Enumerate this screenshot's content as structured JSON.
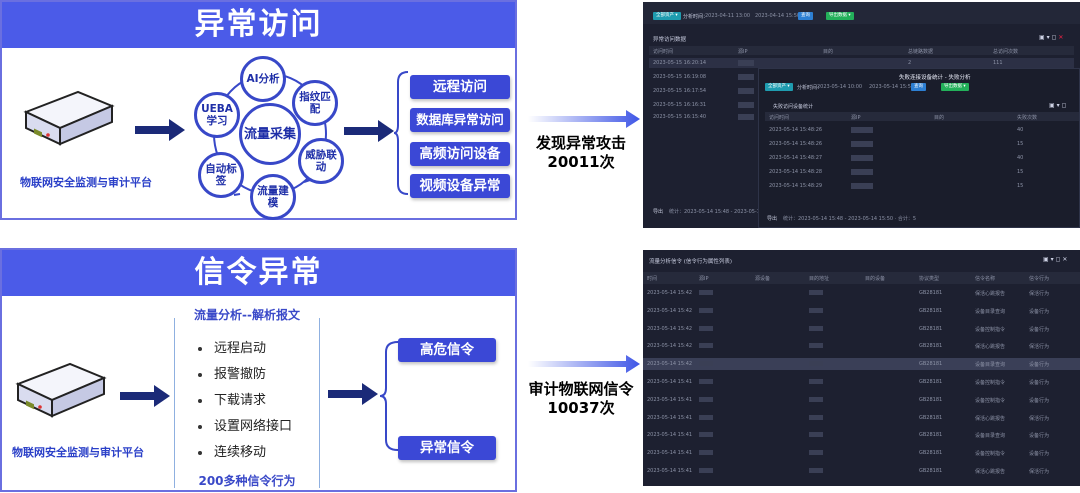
{
  "panel1": {
    "title": "异常访问",
    "platform": "物联网安全监测与审计平台",
    "cycle": {
      "center": "流量采集",
      "nodes": [
        "AI分析",
        "指纹匹配",
        "威胁联动",
        "流量建模",
        "自动标签",
        "UEBA学习"
      ]
    },
    "outputs": [
      "远程访问",
      "数据库异常访问",
      "高频访问设备",
      "视频设备异常"
    ],
    "result_line1": "发现异常攻击",
    "result_line2": "20011次"
  },
  "panel2": {
    "title": "信令异常",
    "platform": "物联网安全监测与审计平台",
    "analysis_title": "流量分析--解析报文",
    "items": [
      "远程启动",
      "报警撤防",
      "下载请求",
      "设置网络接口",
      "连续移动"
    ],
    "footer": "200多种信令行为",
    "outputs": [
      "高危信令",
      "异常信令"
    ],
    "result_line1": "审计物联网信令",
    "result_line2": "10037次"
  },
  "screen1": {
    "toolbar_select": "全部资产 ▾",
    "toolbar_label": "分析时间：",
    "date_from": "2023-04-11 13:00",
    "date_to": "2023-04-14 15:50",
    "search": "查询",
    "export": "导出数据 ▾",
    "section": "异常访问数据",
    "headers": [
      "访问时间",
      "源IP",
      "目的",
      "总链路数据",
      "总访问次数"
    ],
    "rows": [
      [
        "2023-05-15 16:20:14",
        "",
        "",
        "2",
        "111"
      ],
      [
        "2023-05-15 16:19:08",
        "",
        "",
        "",
        ""
      ],
      [
        "2023-05-15 16:17:54",
        "",
        "",
        "",
        ""
      ],
      [
        "2023-05-15 16:16:31",
        "",
        "",
        "",
        ""
      ],
      [
        "2023-05-15 16:15:40",
        "",
        "",
        "",
        ""
      ]
    ],
    "popup": {
      "title": "失败连接设备统计 - 失败分析",
      "select": "全部资产 ▾",
      "label": "分析时间：",
      "date_from": "2023-05-14 10:00",
      "date_to": "2023-05-14 15:50",
      "search": "查询",
      "export": "导出数据 ▾",
      "section": "失败访问设备统计",
      "headers": [
        "访问时间",
        "源IP",
        "目的",
        "失败次数"
      ],
      "rows": [
        [
          "2023-05-14 15:48:26",
          "",
          "",
          "40"
        ],
        [
          "2023-05-14 15:48:26",
          "",
          "",
          "15"
        ],
        [
          "2023-05-14 15:48:27",
          "",
          "",
          "40"
        ],
        [
          "2023-05-14 15:48:28",
          "",
          "",
          "15"
        ],
        [
          "2023-05-14 15:48:29",
          "",
          "",
          "15"
        ]
      ],
      "footer_left": "导出",
      "footer_text": "统计：2023-05-14 15:48 - 2023-05-14 15:50 · 合计：5"
    },
    "footer_left": "导出",
    "footer_text": "统计：2023-05-14 15:48 - 2023-05-14 15:50 · 合计：5"
  },
  "screen2": {
    "title": "流量分析信令 (信令行为属性列表)",
    "headers": [
      "时间",
      "源IP",
      "源设备",
      "目的地址",
      "目的设备",
      "协议类型",
      "信令名称",
      "信令行为"
    ],
    "rows": [
      [
        "2023-05-14 15:42",
        "",
        "",
        "",
        "",
        "GB28181",
        "保活心跳报告",
        "保活行为"
      ],
      [
        "2023-05-14 15:42",
        "",
        "",
        "",
        "",
        "GB28181",
        "设备目录查询",
        "设备行为"
      ],
      [
        "2023-05-14 15:42",
        "",
        "",
        "",
        "",
        "GB28181",
        "设备控制指令",
        "设备行为"
      ],
      [
        "2023-05-14 15:42",
        "",
        "",
        "",
        "",
        "GB28181",
        "保活心跳报告",
        "保活行为"
      ],
      [
        "2023-05-14 15:42",
        "",
        "",
        "",
        "",
        "GB28181",
        "设备目录查询",
        "设备行为"
      ],
      [
        "2023-05-14 15:41",
        "",
        "",
        "",
        "",
        "GB28181",
        "设备控制指令",
        "设备行为"
      ],
      [
        "2023-05-14 15:41",
        "",
        "",
        "",
        "",
        "GB28181",
        "设备控制指令",
        "设备行为"
      ],
      [
        "2023-05-14 15:41",
        "",
        "",
        "",
        "",
        "GB28181",
        "保活心跳报告",
        "保活行为"
      ],
      [
        "2023-05-14 15:41",
        "",
        "",
        "",
        "",
        "GB28181",
        "设备目录查询",
        "设备行为"
      ],
      [
        "2023-05-14 15:41",
        "",
        "",
        "",
        "",
        "GB28181",
        "设备控制指令",
        "设备行为"
      ],
      [
        "2023-05-14 15:41",
        "",
        "",
        "",
        "",
        "GB28181",
        "保活心跳报告",
        "保活行为"
      ]
    ]
  },
  "colors": {
    "brand": "#4b5be8",
    "accent": "#3b48d6",
    "dark_bg": "#1d2030"
  }
}
